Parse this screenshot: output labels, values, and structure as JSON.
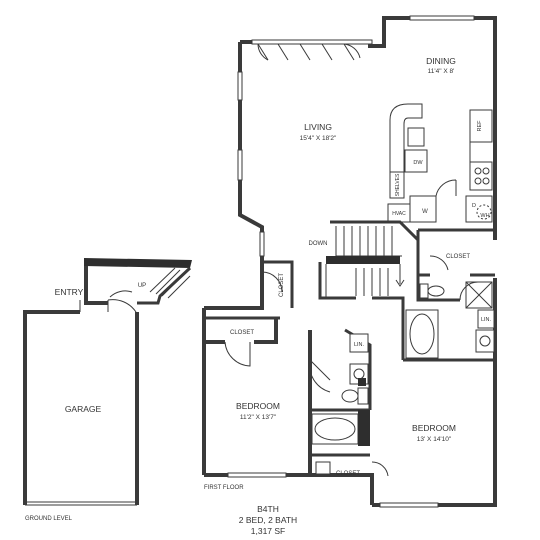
{
  "rooms": {
    "dining": {
      "name": "DINING",
      "dims": "11'4\" X 8'"
    },
    "living": {
      "name": "LIVING",
      "dims": "15'4\" X 18'2\""
    },
    "bedroom1": {
      "name": "BEDROOM",
      "dims": "11'2\" X 13'7\""
    },
    "bedroom2": {
      "name": "BEDROOM",
      "dims": "13' X 14'10\""
    },
    "garage": {
      "name": "GARAGE"
    },
    "entry": {
      "name": "ENTRY"
    }
  },
  "labels": {
    "down": "DOWN",
    "up": "UP",
    "closet": "CLOSET",
    "closet_vertical": "CLOSET",
    "closet_kitchen": "CLOSET",
    "closet_bath": "CLOSET",
    "ref": "REF",
    "dw": "DW",
    "shelves": "SHELVES",
    "hvac": "HVAC",
    "w": "W",
    "d": "D",
    "wh": "WH",
    "lin1": "LIN.",
    "lin2": "LIN."
  },
  "levels": {
    "ground": "GROUND LEVEL",
    "first": "FIRST FLOOR"
  },
  "unit": {
    "name": "B4TH",
    "beds_baths": "2 BED, 2 BATH",
    "sf": "1,317 SF"
  }
}
